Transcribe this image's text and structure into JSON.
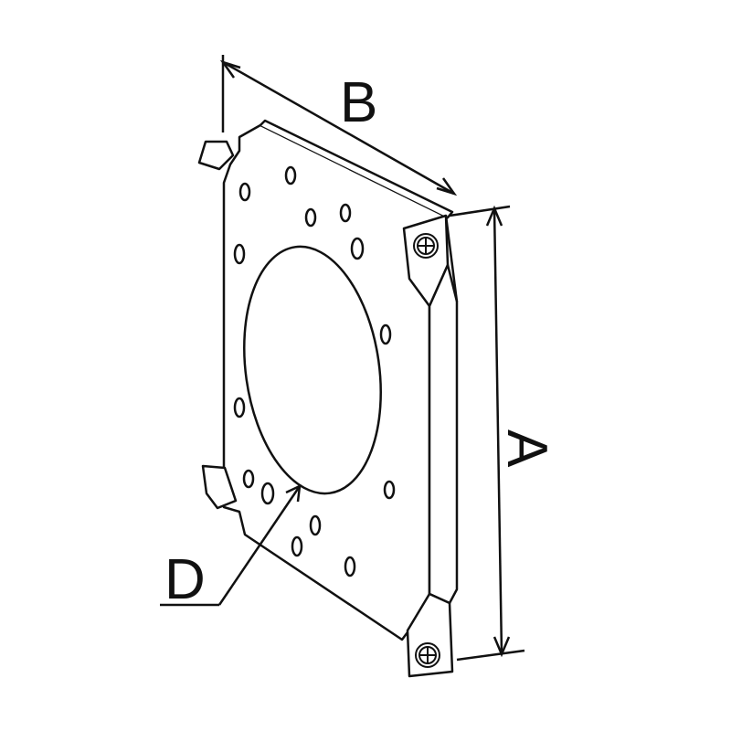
{
  "labels": {
    "width": "B",
    "height": "A",
    "diameter": "D"
  },
  "colors": {
    "line": "#111111",
    "background": "#ffffff"
  }
}
